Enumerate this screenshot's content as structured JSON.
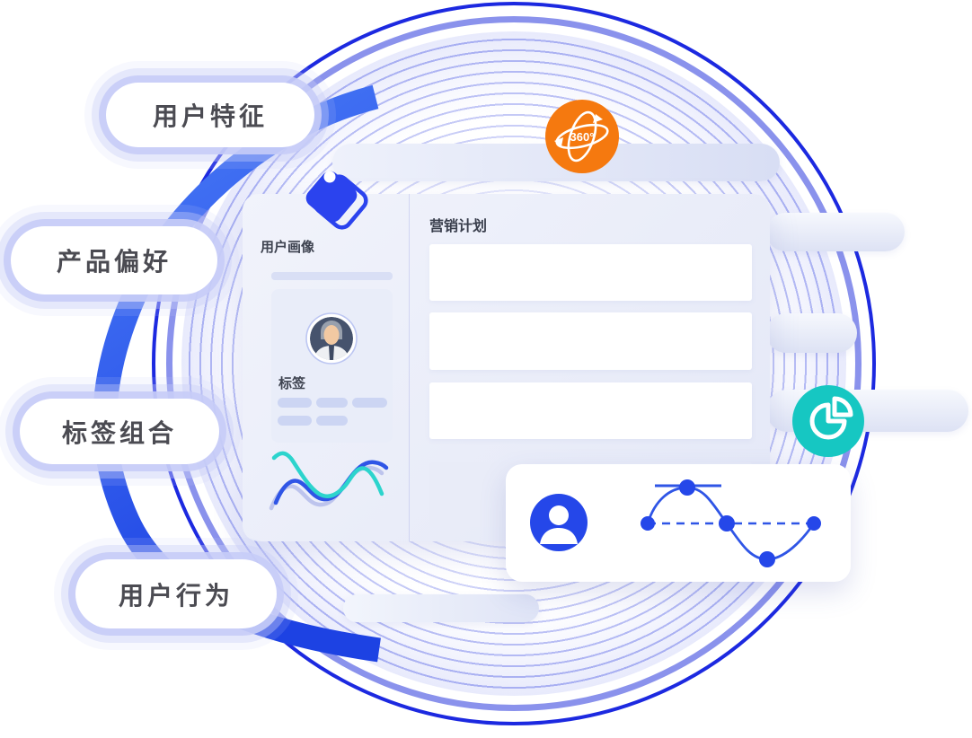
{
  "pills": [
    {
      "label": "用户特征"
    },
    {
      "label": "产品偏好"
    },
    {
      "label": "标签组合"
    },
    {
      "label": "用户行为"
    }
  ],
  "profile_card": {
    "left": {
      "title": "用户画像",
      "tags_label": "标签"
    },
    "right": {
      "title": "营销计划"
    }
  },
  "badges": {
    "rotate360": {
      "label": "360°",
      "color": "#f5790f"
    },
    "pie": {
      "color": "#16c7c2"
    },
    "user": {
      "color": "#2547e9"
    },
    "tag": {
      "color": "#2b43ee"
    }
  },
  "colors": {
    "ring_outer": "#1c29e0",
    "ring_mid": "#8a92ec",
    "ring_fine": "#a8aff2",
    "arc_start": "#4a7cf7",
    "arc_end": "#1d42e3",
    "wave_blue": "#2f55e6",
    "wave_teal": "#2cd4cd",
    "pill_halo": "#c7ccf7"
  }
}
